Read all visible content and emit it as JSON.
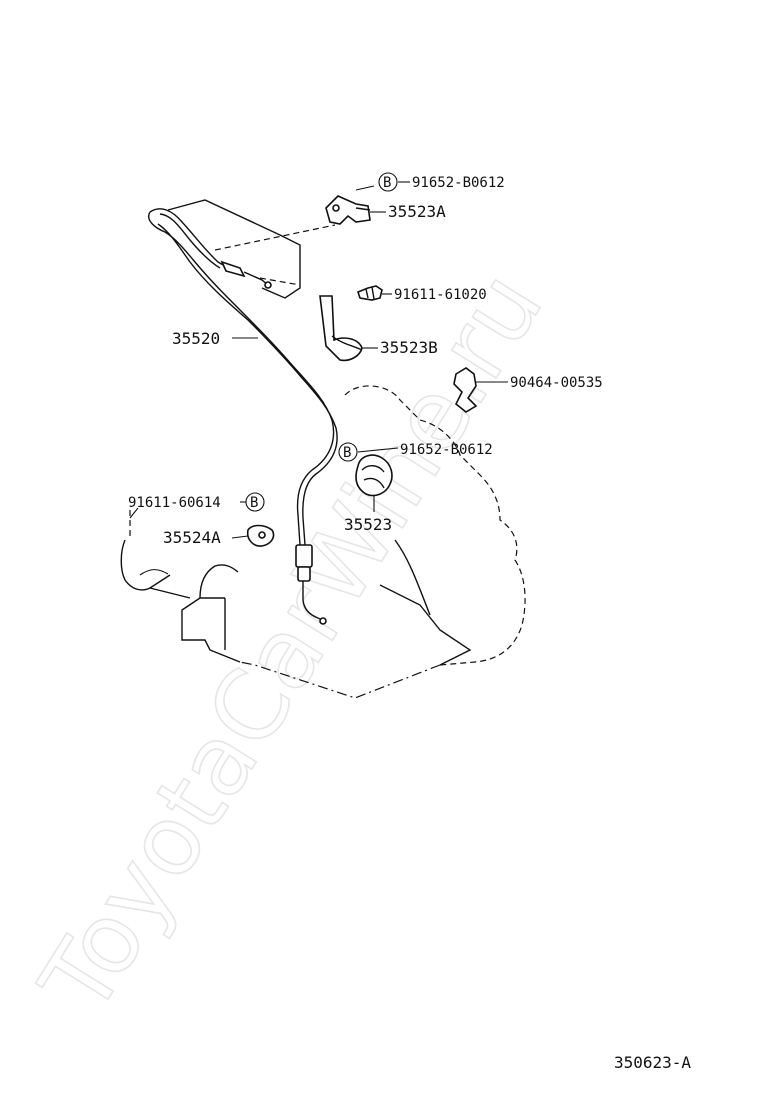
{
  "watermark": "ToyotaCarWine.ru",
  "callouts": {
    "bolt_top_b": "B",
    "bolt_top": "91652-B0612",
    "bracket_a": "35523A",
    "screw": "91611-61020",
    "bracket_b": "35523B",
    "clip": "90464-00535",
    "cable": "35520",
    "bolt_mid_b": "B",
    "bolt_mid": "91652-B0612",
    "clamp": "35523",
    "screw_left": "91611-60614",
    "screw_left_b": "B",
    "grommet": "35524A"
  },
  "figure_code": "350623-A"
}
